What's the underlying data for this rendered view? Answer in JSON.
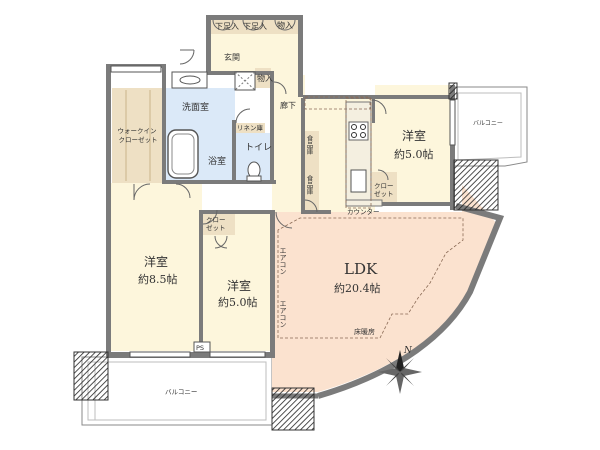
{
  "labels": {
    "geta1": "下足入",
    "geta2": "下足入",
    "mono1": "物入",
    "genkan": "玄関",
    "mono2": "物入",
    "senmen": "洗面室",
    "rouka": "廊下",
    "wic": "ウォークイン\nクローゼット",
    "linen": "リネン庫",
    "toilet": "トイレ",
    "yokushitsu": "浴室",
    "shokuhin1": "食品庫",
    "shokuhin2": "食品庫",
    "counter": "カウンター",
    "closet_r": "クロー\nゼット",
    "room_ne": "洋室",
    "room_ne_size": "約5.0帖",
    "balcony_e": "バルコニー",
    "room_w": "洋室",
    "room_w_size": "約8.5帖",
    "closet_c": "クロー\nゼット",
    "room_c": "洋室",
    "room_c_size": "約5.0帖",
    "ldk": "LDK",
    "ldk_size": "約20.4帖",
    "aircon1": "エアコン",
    "aircon2": "エアコン",
    "yukadan": "床暖房",
    "ps": "PS",
    "balcony_s": "バルコニー",
    "north": "N"
  },
  "colors": {
    "ldk": "#fbe2cf",
    "rooms": "#fdf6dc",
    "wet": "#dbe9f8",
    "storage": "#eee0c4",
    "wall": "#7b7b7b",
    "column": "#5c5c5c"
  }
}
